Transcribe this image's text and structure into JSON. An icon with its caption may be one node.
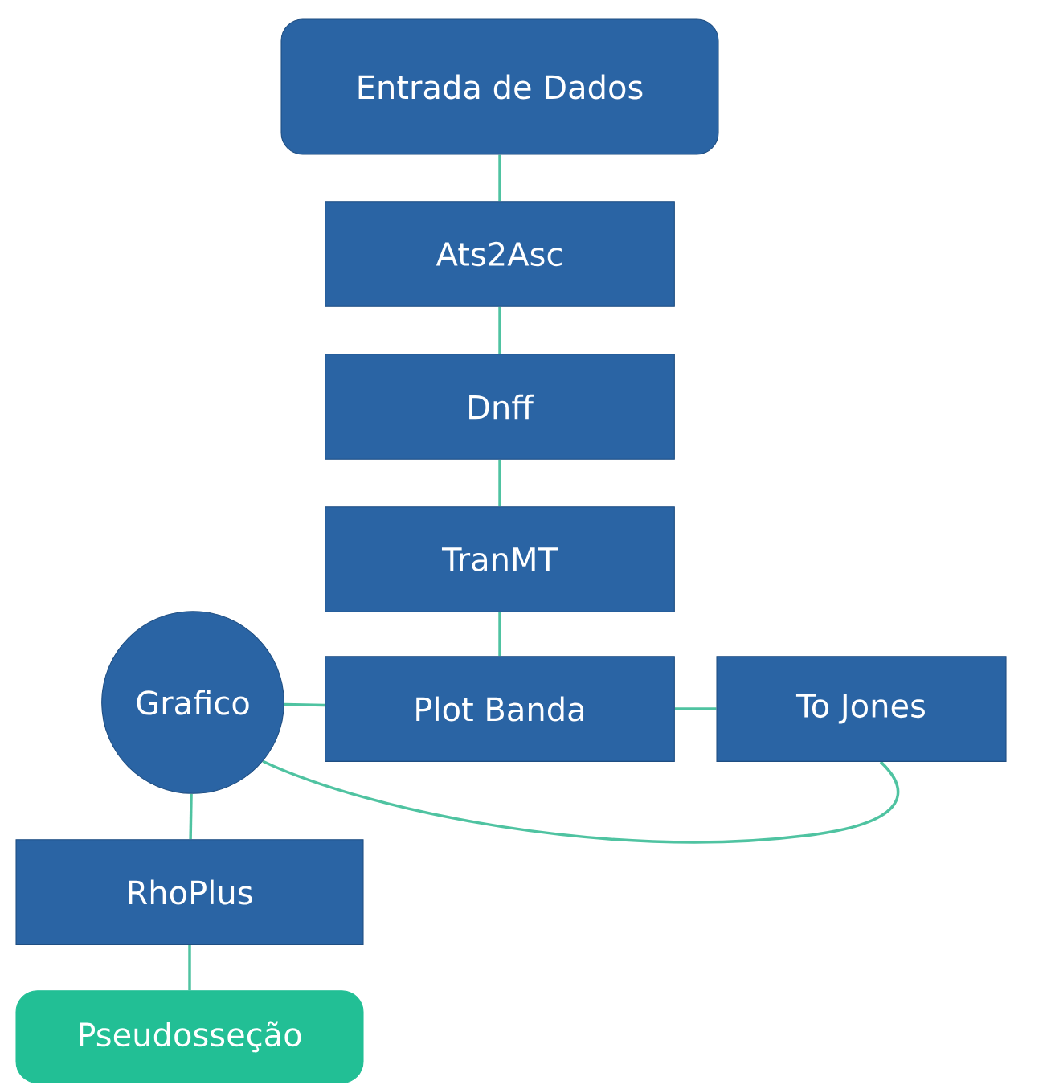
{
  "diagram": {
    "nodes": [
      {
        "text": [
          "Entrada de Dados"
        ]
      },
      {
        "text": [
          "Ats2Asc"
        ]
      },
      {
        "text": [
          "Dnff"
        ]
      },
      {
        "text": [
          "TranMT"
        ]
      },
      {
        "text": [
          "Plot Banda"
        ]
      },
      {
        "text": [
          "To Jones"
        ]
      },
      {
        "text": [
          "Grafico"
        ]
      },
      {
        "text": [
          "RhoPlus"
        ]
      },
      {
        "text": [
          "Pseudosseção"
        ]
      }
    ],
    "edges": [
      {
        "from": 0,
        "to": 1,
        "arrow": "none"
      },
      {
        "from": 1,
        "to": 2,
        "arrow": "none"
      },
      {
        "from": 2,
        "to": 3,
        "arrow": "none"
      },
      {
        "from": 3,
        "to": 4,
        "arrow": "none"
      },
      {
        "from": 6,
        "to": 4,
        "arrow": "none"
      },
      {
        "from": 4,
        "to": 5,
        "arrow": "none"
      },
      {
        "from": 6,
        "to": 5,
        "arrow": "none"
      },
      {
        "from": 6,
        "to": 7,
        "arrow": "none"
      },
      {
        "from": 7,
        "to": 8,
        "arrow": "none"
      }
    ]
  }
}
